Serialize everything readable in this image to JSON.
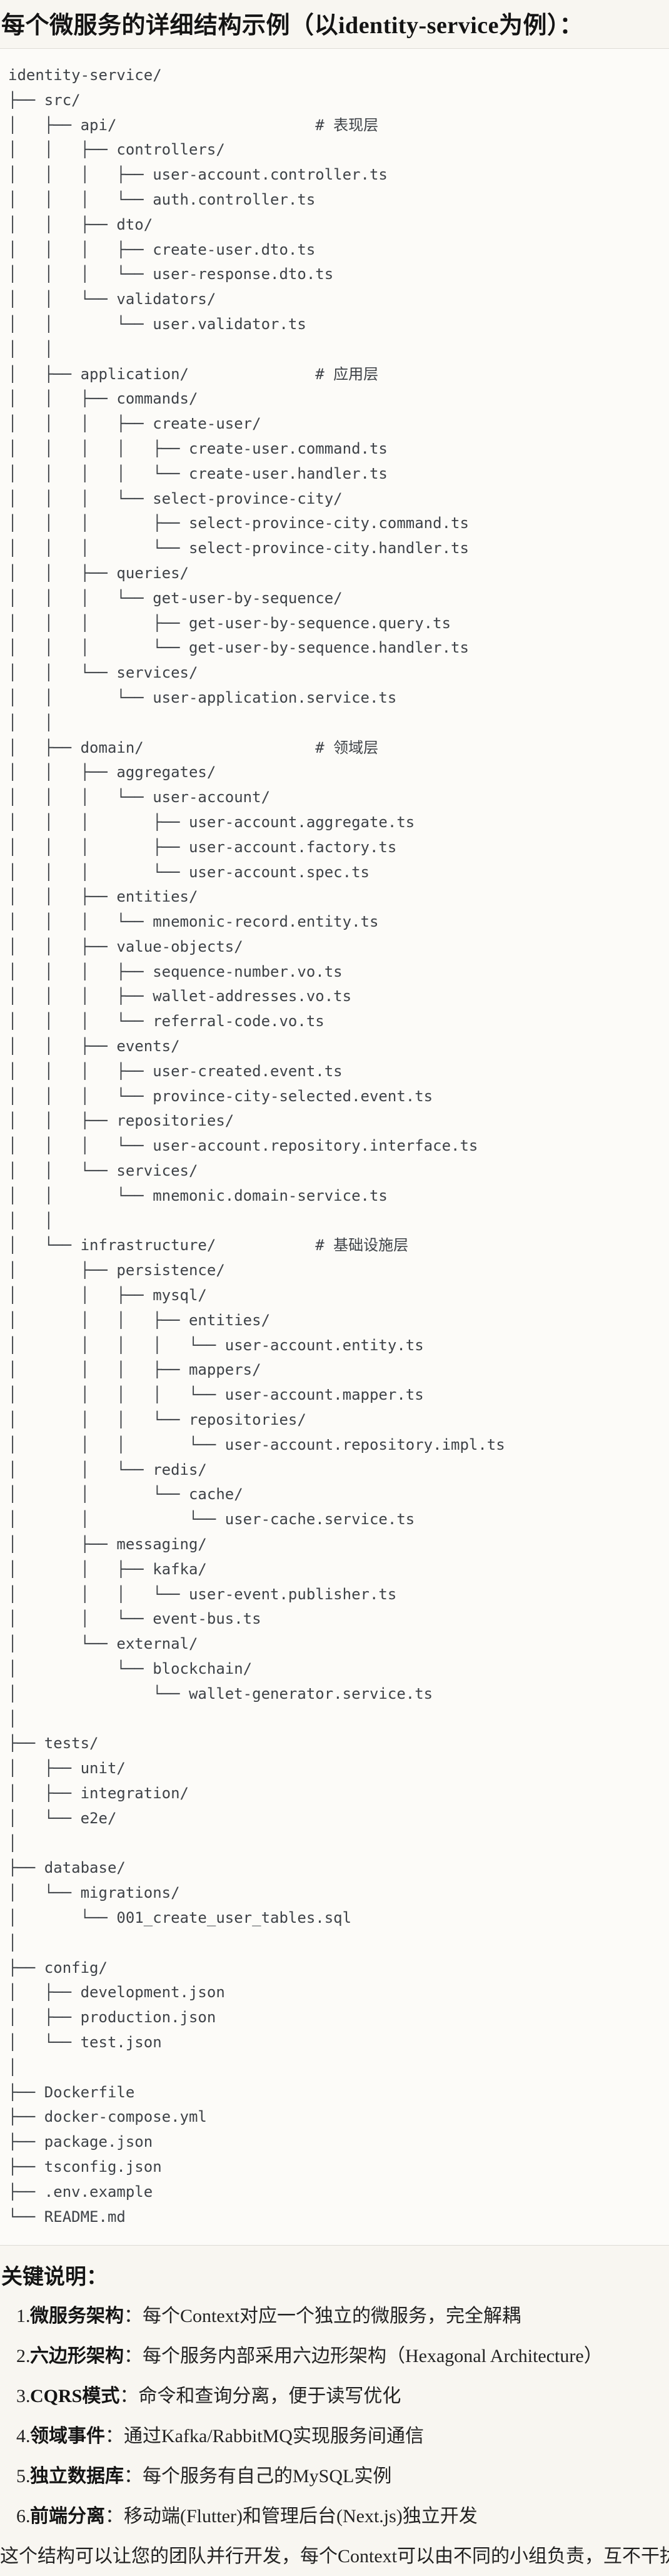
{
  "page": {
    "title": "每个微服务的详细结构示例（以identity-service为例）："
  },
  "tree": {
    "lines": [
      "identity-service/",
      "├── src/",
      "│   ├── api/                      # 表现层",
      "│   │   ├── controllers/",
      "│   │   │   ├── user-account.controller.ts",
      "│   │   │   └── auth.controller.ts",
      "│   │   ├── dto/",
      "│   │   │   ├── create-user.dto.ts",
      "│   │   │   └── user-response.dto.ts",
      "│   │   └── validators/",
      "│   │       └── user.validator.ts",
      "│   │",
      "│   ├── application/              # 应用层",
      "│   │   ├── commands/",
      "│   │   │   ├── create-user/",
      "│   │   │   │   ├── create-user.command.ts",
      "│   │   │   │   └── create-user.handler.ts",
      "│   │   │   └── select-province-city/",
      "│   │   │       ├── select-province-city.command.ts",
      "│   │   │       └── select-province-city.handler.ts",
      "│   │   ├── queries/",
      "│   │   │   └── get-user-by-sequence/",
      "│   │   │       ├── get-user-by-sequence.query.ts",
      "│   │   │       └── get-user-by-sequence.handler.ts",
      "│   │   └── services/",
      "│   │       └── user-application.service.ts",
      "│   │",
      "│   ├── domain/                   # 领域层",
      "│   │   ├── aggregates/",
      "│   │   │   └── user-account/",
      "│   │   │       ├── user-account.aggregate.ts",
      "│   │   │       ├── user-account.factory.ts",
      "│   │   │       └── user-account.spec.ts",
      "│   │   ├── entities/",
      "│   │   │   └── mnemonic-record.entity.ts",
      "│   │   ├── value-objects/",
      "│   │   │   ├── sequence-number.vo.ts",
      "│   │   │   ├── wallet-addresses.vo.ts",
      "│   │   │   └── referral-code.vo.ts",
      "│   │   ├── events/",
      "│   │   │   ├── user-created.event.ts",
      "│   │   │   └── province-city-selected.event.ts",
      "│   │   ├── repositories/",
      "│   │   │   └── user-account.repository.interface.ts",
      "│   │   └── services/",
      "│   │       └── mnemonic.domain-service.ts",
      "│   │",
      "│   └── infrastructure/           # 基础设施层",
      "│       ├── persistence/",
      "│       │   ├── mysql/",
      "│       │   │   ├── entities/",
      "│       │   │   │   └── user-account.entity.ts",
      "│       │   │   ├── mappers/",
      "│       │   │   │   └── user-account.mapper.ts",
      "│       │   │   └── repositories/",
      "│       │   │       └── user-account.repository.impl.ts",
      "│       │   └── redis/",
      "│       │       └── cache/",
      "│       │           └── user-cache.service.ts",
      "│       ├── messaging/",
      "│       │   ├── kafka/",
      "│       │   │   └── user-event.publisher.ts",
      "│       │   └── event-bus.ts",
      "│       └── external/",
      "│           └── blockchain/",
      "│               └── wallet-generator.service.ts",
      "│",
      "├── tests/",
      "│   ├── unit/",
      "│   ├── integration/",
      "│   └── e2e/",
      "│",
      "├── database/",
      "│   └── migrations/",
      "│       └── 001_create_user_tables.sql",
      "│",
      "├── config/",
      "│   ├── development.json",
      "│   ├── production.json",
      "│   └── test.json",
      "│",
      "├── Dockerfile",
      "├── docker-compose.yml",
      "├── package.json",
      "├── tsconfig.json",
      "├── .env.example",
      "└── README.md"
    ]
  },
  "notes": {
    "heading": "关键说明：",
    "items": [
      {
        "num": "1.",
        "label": "微服务架构",
        "text": "：每个Context对应一个独立的微服务，完全解耦"
      },
      {
        "num": "2.",
        "label": "六边形架构",
        "text": "：每个服务内部采用六边形架构（Hexagonal Architecture）"
      },
      {
        "num": "3.",
        "label": "CQRS模式",
        "text": "：命令和查询分离，便于读写优化"
      },
      {
        "num": "4.",
        "label": "领域事件",
        "text": "：通过Kafka/RabbitMQ实现服务间通信"
      },
      {
        "num": "5.",
        "label": "独立数据库",
        "text": "：每个服务有自己的MySQL实例"
      },
      {
        "num": "6.",
        "label": "前端分离",
        "text": "：移动端(Flutter)和管理后台(Next.js)独立开发"
      }
    ],
    "footer": "这个结构可以让您的团队并行开发，每个Context可以由不同的小组负责，互不干扰。"
  }
}
